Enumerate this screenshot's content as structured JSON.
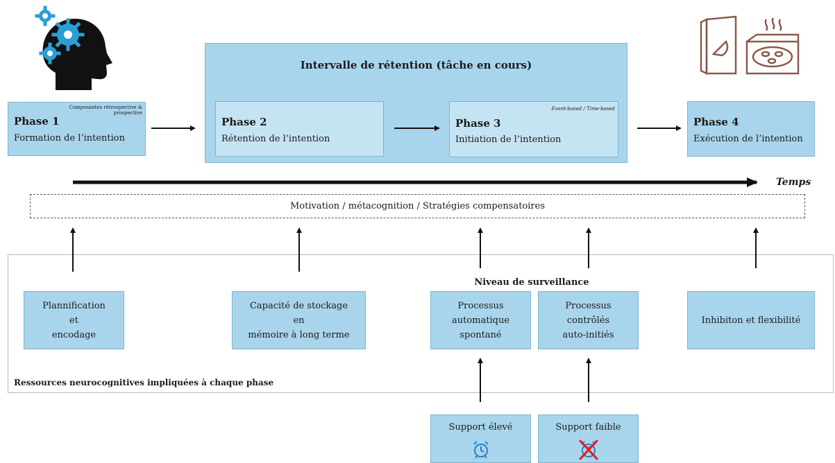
{
  "retention": {
    "title": "Intervalle de rétention (tâche en cours)"
  },
  "phases": [
    {
      "title": "Phase 1",
      "subtitle": "Formation de l’intention",
      "note": "Composantes rétrospective & prospective"
    },
    {
      "title": "Phase 2",
      "subtitle": "Rétention de l’intention"
    },
    {
      "title": "Phase 3",
      "subtitle": "Initiation de l’intention",
      "note": "Event-based / Time-based"
    },
    {
      "title": "Phase 4",
      "subtitle": "Exécution de l’intention"
    }
  ],
  "time_label": "Temps",
  "motivation_label": "Motivation / métacognition / Stratégies compensatoires",
  "resources": {
    "caption": "Ressources neurocognitives impliquées à chaque phase",
    "monitoring_title": "Niveau de surveillance",
    "boxes": [
      {
        "lines": [
          "Plannification",
          "et",
          "encodage"
        ]
      },
      {
        "lines": [
          "Capacité de stockage",
          "en",
          "mémoire à long terme"
        ]
      },
      {
        "lines": [
          "Processus",
          "automatique",
          "spontané"
        ]
      },
      {
        "lines": [
          "Processus",
          "contrôlés",
          "auto-initiés"
        ]
      },
      {
        "lines": [
          "Inhibiton et flexibilité"
        ]
      }
    ]
  },
  "supports": [
    {
      "label": "Support élevé",
      "icon": "alarm-clock-icon"
    },
    {
      "label": "Support faible",
      "icon": "crossed-alarm-clock-icon"
    }
  ],
  "colors": {
    "box_fill": "#a9d5ec",
    "box_light": "#c5e4f3",
    "icon_blue": "#2a9fd6",
    "icon_brown": "#8b5a4a",
    "cross_red": "#e21b1b"
  }
}
